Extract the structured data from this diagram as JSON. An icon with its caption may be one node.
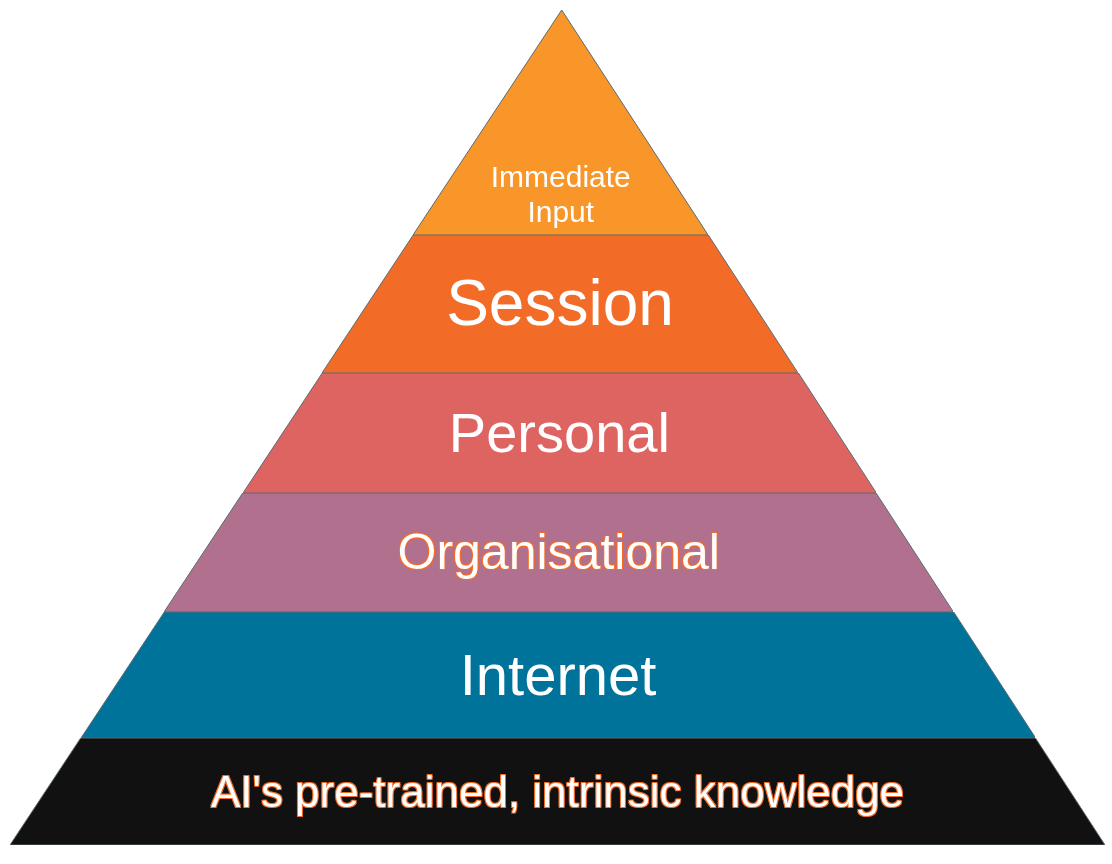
{
  "diagram": {
    "nodes": [
      {
        "text": [
          "Immediate Input"
        ]
      },
      {
        "text": [
          "Session"
        ]
      },
      {
        "text": [
          "Personal"
        ]
      },
      {
        "text": [
          "Organisational"
        ]
      },
      {
        "text": [
          "Internet"
        ]
      },
      {
        "text": [
          "AI's pre-trained, intrinsic knowledge"
        ]
      }
    ]
  }
}
